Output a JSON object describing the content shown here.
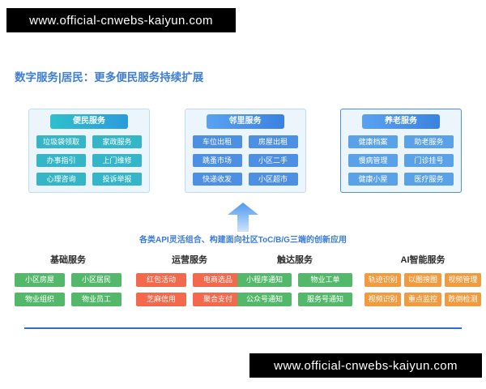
{
  "watermarks": {
    "top": "www.official-cnwebs-kaiyun.com",
    "bottom": "www.official-cnwebs-kaiyun.com"
  },
  "title": "数字服务|居民：更多便民服务持续扩展",
  "caption": "各类API灵活组合、构建面向社区ToC/B/G三端的创新应用",
  "cards": [
    {
      "title": "便民服务",
      "items": [
        "垃圾袋领取",
        "家政服务",
        "办事指引",
        "上门维修",
        "心理咨询",
        "投诉举报"
      ]
    },
    {
      "title": "邻里服务",
      "items": [
        "车位出租",
        "房屋出租",
        "跳蚤市场",
        "小区二手",
        "快递收发",
        "小区超市"
      ]
    },
    {
      "title": "养老服务",
      "items": [
        "健康档案",
        "助老服务",
        "慢病管理",
        "门诊挂号",
        "健康小屋",
        "医疗服务"
      ]
    }
  ],
  "groups": [
    {
      "title": "基础服务",
      "items": [
        "小区房屋",
        "小区居民",
        "物业组织",
        "物业员工"
      ]
    },
    {
      "title": "运营服务",
      "items": [
        "红包活动",
        "电商选品",
        "芝麻信用",
        "聚合支付"
      ]
    },
    {
      "title": "触达服务",
      "items": [
        "小程序通知",
        "物业工单",
        "公众号通知",
        "服务号通知"
      ]
    },
    {
      "title": "AI智能服务",
      "items": [
        "轨迹识别",
        "以图搜图",
        "视频管理",
        "视频识别",
        "重点监控",
        "跌倒检测"
      ]
    }
  ],
  "colors": {
    "title_blue": "#3e7ed6",
    "caption_blue": "#3a7bd5",
    "teal": "#34b6c8",
    "blue": "#4d8fe2",
    "green": "#53b86a",
    "red_orange": "#f4694c",
    "orange": "#f29a3e",
    "divider_blue": "#2e6fd6",
    "watermark_bg": "#000000"
  }
}
